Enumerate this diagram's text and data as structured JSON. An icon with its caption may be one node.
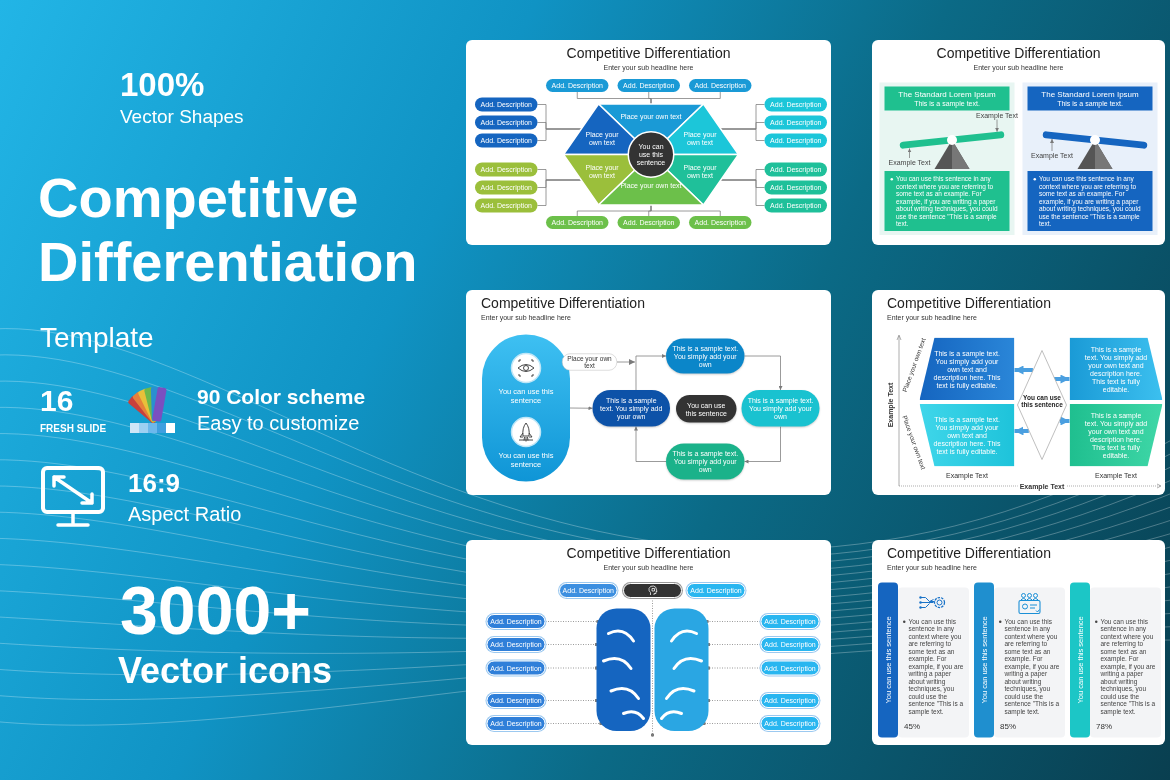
{
  "diagram": {
    "title": "Competitive Differentiation",
    "nodes": [
      {
        "text": [
          "Competitive Differentiation",
          "Enter your sub headline here"
        ]
      },
      {
        "text": [
          "Add. Description"
        ],
        "in": 0
      },
      {
        "text": [
          "Add. Description"
        ],
        "in": 0
      },
      {
        "text": [
          "Add. Description"
        ],
        "in": 0
      },
      {
        "text": [
          "Add. Description"
        ],
        "in": 0
      },
      {
        "text": [
          "Add. Description"
        ],
        "in": 0
      },
      {
        "text": [
          "Add. Description"
        ],
        "in": 0
      },
      {
        "text": [
          "Add. Description"
        ],
        "in": 0
      },
      {
        "text": [
          "Add. Description"
        ],
        "in": 0
      },
      {
        "text": [
          "Add. Description"
        ],
        "in": 0
      },
      {
        "text": [
          "Add. Description"
        ],
        "in": 0
      },
      {
        "text": [
          "Add. Description"
        ],
        "in": 0
      },
      {
        "text": [
          "Add. Description"
        ],
        "in": 0
      },
      {
        "text": [
          "Add. Description"
        ],
        "in": 0
      },
      {
        "text": [
          "Add. Description"
        ],
        "in": 0
      },
      {
        "text": [
          "Add. Description"
        ],
        "in": 0
      },
      {
        "text": [
          "Add. Description"
        ],
        "in": 0
      },
      {
        "text": [
          "Add. Description"
        ],
        "in": 0
      },
      {
        "text": [
          "Add. Description"
        ],
        "in": 0
      },
      {
        "text": [
          "Place your own text"
        ],
        "in": 0
      },
      {
        "text": [
          "Place your own text"
        ],
        "in": 0
      },
      {
        "text": [
          "Place your own text"
        ],
        "in": 0
      },
      {
        "text": [
          "Place your own text"
        ],
        "in": 0
      },
      {
        "text": [
          "Place your own text"
        ],
        "in": 0
      },
      {
        "text": [
          "Place your own text"
        ],
        "in": 0
      },
      {
        "text": [
          "You can use this sentence"
        ],
        "in": 0
      },
      {
        "text": [
          "Competitive Differentiation",
          "Enter your sub headline here"
        ]
      },
      {
        "text": [
          "The Standard Lorem Ipsum",
          "This is a sample text."
        ],
        "in": 26
      },
      {
        "text": [
          "Example Text"
        ],
        "in": 26
      },
      {
        "text": [],
        "shape": "bar",
        "in": 26
      },
      {
        "text": [
          "Example Text"
        ],
        "in": 26
      },
      {
        "text": [
          "You can use this sentence in any context where you are referring to some text as an example. For example, if you are writing a paper about writing techniques, you could use the sentence \"This is a sample text."
        ],
        "in": 26
      },
      {
        "text": [
          "The Standard Lorem Ipsum",
          "This is a sample text."
        ],
        "in": 26
      },
      {
        "text": [],
        "shape": "bar",
        "in": 26
      },
      {
        "text": [
          "Example Text"
        ],
        "in": 26
      },
      {
        "text": [
          "You can use this sentence in any context where you are referring to some text as an example. For example, if you are writing a paper about writing techniques, you could use the sentence \"This is a sample text."
        ],
        "in": 26
      },
      {
        "text": [
          "Competitive Differentiation",
          "Enter your sub headline here"
        ]
      },
      {
        "text": [
          "You can use this sentence",
          "You can use this sentence"
        ],
        "in": 36
      },
      {
        "text": [
          "Place your own text"
        ],
        "in": 36
      },
      {
        "text": [
          "This is a sample text. You simply add your own"
        ],
        "in": 36
      },
      {
        "text": [
          "This is a sample text. You simply add your own"
        ],
        "in": 36
      },
      {
        "text": [
          "You can use this sentence"
        ],
        "in": 36
      },
      {
        "text": [
          "This is a sample text. You simply add your own"
        ],
        "in": 36
      },
      {
        "text": [
          "This is a sample text. You simply add your own"
        ],
        "in": 36
      },
      {
        "text": [
          "Competitive Differentiation",
          "Enter your sub headline here"
        ]
      },
      {
        "text": [
          "This is a sample text. You simply add your own text and description here. This text is fully editable."
        ],
        "in": 44
      },
      {
        "text": [
          "This is a sample text. You simply add your own text and description here. This text is fully editable."
        ],
        "in": 44
      },
      {
        "text": [
          "You can use this sentence"
        ],
        "in": 44
      },
      {
        "text": [
          "This is a sample text. You simply add your own text and description here. This text is fully editable."
        ],
        "in": 44
      },
      {
        "text": [
          "This is a sample text. You simply add your own text and description here. This text is fully editable."
        ],
        "in": 44
      },
      {
        "text": [
          "Competitive Differentiation",
          "Enter your sub headline here"
        ]
      },
      {
        "text": [
          "Add. Description"
        ],
        "in": 50
      },
      {
        "text": [],
        "shape": "box",
        "in": 50
      },
      {
        "text": [
          "Add. Description"
        ],
        "in": 50
      },
      {
        "text": [
          "Add. Description"
        ],
        "in": 50
      },
      {
        "text": [
          "Add. Description"
        ],
        "in": 50
      },
      {
        "text": [
          "Add. Description"
        ],
        "in": 50
      },
      {
        "text": [
          "Add. Description"
        ],
        "in": 50
      },
      {
        "text": [
          "Add. Description"
        ],
        "in": 50
      },
      {
        "text": [
          "Add. Description"
        ],
        "in": 50
      },
      {
        "text": [
          "Add. Description"
        ],
        "in": 50
      },
      {
        "text": [
          "Add. Description"
        ],
        "in": 50
      },
      {
        "text": [
          "Add. Description"
        ],
        "in": 50
      },
      {
        "text": [
          "Add. Description"
        ],
        "in": 50
      },
      {
        "text": [],
        "shape": "picture",
        "in": 50
      },
      {
        "text": [
          "Competitive Differentiation",
          "Enter your sub headline here"
        ]
      },
      {
        "text": [
          "You can use this sentence"
        ],
        "in": 65
      },
      {
        "text": [
          "You can use this sentence in any context where you are referring to some text as an example. For example, if you are writing a paper about writing techniques, you could use the sentence \"This is a sample text.",
          "45%"
        ],
        "in": 65
      },
      {
        "text": [
          "You can use this sentence"
        ],
        "in": 65
      },
      {
        "text": [
          "You can use this sentence in any context where you are referring to some text as an example. For example, if you are writing a paper about writing techniques, you could use the sentence \"This is a sample text.",
          "85%"
        ],
        "in": 65
      },
      {
        "text": [
          "You can use this sentence"
        ],
        "in": 65
      },
      {
        "text": [
          "You can use this sentence in any context where you are referring to some text as an example. For example, if you are writing a paper about writing techniques, you could use the sentence \"This is a sample text.",
          "78%"
        ],
        "in": 65
      }
    ],
    "edges": [
      {
        "from": 1,
        "to": 19,
        "arrow": "none"
      },
      {
        "from": 2,
        "to": 19,
        "arrow": "none"
      },
      {
        "from": 3,
        "to": 19,
        "arrow": "none"
      },
      {
        "from": 4,
        "to": 20,
        "arrow": "none"
      },
      {
        "from": 5,
        "to": 20,
        "arrow": "none"
      },
      {
        "from": 6,
        "to": 20,
        "arrow": "none"
      },
      {
        "from": 7,
        "to": 21,
        "arrow": "none"
      },
      {
        "from": 8,
        "to": 21,
        "arrow": "none"
      },
      {
        "from": 9,
        "to": 21,
        "arrow": "none"
      },
      {
        "from": 10,
        "to": 22,
        "arrow": "none"
      },
      {
        "from": 11,
        "to": 22,
        "arrow": "none"
      },
      {
        "from": 12,
        "to": 22,
        "arrow": "none"
      },
      {
        "from": 13,
        "to": 23,
        "arrow": "none"
      },
      {
        "from": 14,
        "to": 23,
        "arrow": "none"
      },
      {
        "from": 15,
        "to": 23,
        "arrow": "none"
      },
      {
        "from": 16,
        "to": 24,
        "arrow": "none"
      },
      {
        "from": 17,
        "to": 24,
        "arrow": "none"
      },
      {
        "from": 18,
        "to": 24,
        "arrow": "none"
      },
      {
        "from": 28,
        "to": 29,
        "arrow": "to"
      },
      {
        "from": 30,
        "to": 29,
        "arrow": "to"
      },
      {
        "from": 34,
        "to": 33,
        "arrow": "to"
      },
      {
        "from": 37,
        "to": 40,
        "arrow": "to"
      },
      {
        "from": 40,
        "to": 39,
        "arrow": "to"
      },
      {
        "from": 39,
        "to": 42,
        "arrow": "to"
      },
      {
        "from": 42,
        "to": 43,
        "arrow": "to"
      },
      {
        "from": 43,
        "to": 40,
        "arrow": "to"
      },
      {
        "from": 38,
        "to": null,
        "arrow": "to"
      },
      {
        "from": 47,
        "to": 45,
        "arrow": "to",
        "style": "thick",
        "color": "#4a9fe0"
      },
      {
        "from": 47,
        "to": 46,
        "arrow": "to",
        "style": "thick",
        "color": "#4a9fe0"
      },
      {
        "from": 47,
        "to": 49,
        "arrow": "to",
        "style": "thick",
        "color": "#4a9fe0"
      },
      {
        "from": 47,
        "to": 48,
        "arrow": "to",
        "style": "thick",
        "color": "#4a9fe0"
      },
      {
        "from": 52,
        "to": 64,
        "arrow": "other",
        "style": "dashed"
      },
      {
        "from": 54,
        "to": 64,
        "arrow": "other",
        "style": "dashed"
      },
      {
        "from": 55,
        "to": 64,
        "arrow": "other",
        "style": "dashed"
      },
      {
        "from": 56,
        "to": 64,
        "arrow": "other",
        "style": "dashed"
      },
      {
        "from": 57,
        "to": 64,
        "arrow": "other",
        "style": "dashed"
      },
      {
        "from": 58,
        "to": 64,
        "arrow": "other",
        "style": "dashed"
      },
      {
        "from": 59,
        "to": 64,
        "arrow": "other",
        "style": "dashed"
      },
      {
        "from": 60,
        "to": 64,
        "arrow": "other",
        "style": "dashed"
      },
      {
        "from": 61,
        "to": 64,
        "arrow": "other",
        "style": "dashed"
      },
      {
        "from": 62,
        "to": 64,
        "arrow": "other",
        "style": "dashed"
      },
      {
        "from": 63,
        "to": 64,
        "arrow": "other",
        "style": "dashed"
      }
    ],
    "labels": [
      "100%",
      "Vector Shapes",
      "Template",
      "16",
      "FRESH SLIDE",
      "90 Color scheme",
      "Easy to customize",
      "16:9",
      "Aspect Ratio",
      "3000+",
      "Vector icons",
      "Place your own text",
      "Example Text",
      "Place your own text",
      "Example Text",
      "Example Text",
      "Example Text"
    ]
  }
}
